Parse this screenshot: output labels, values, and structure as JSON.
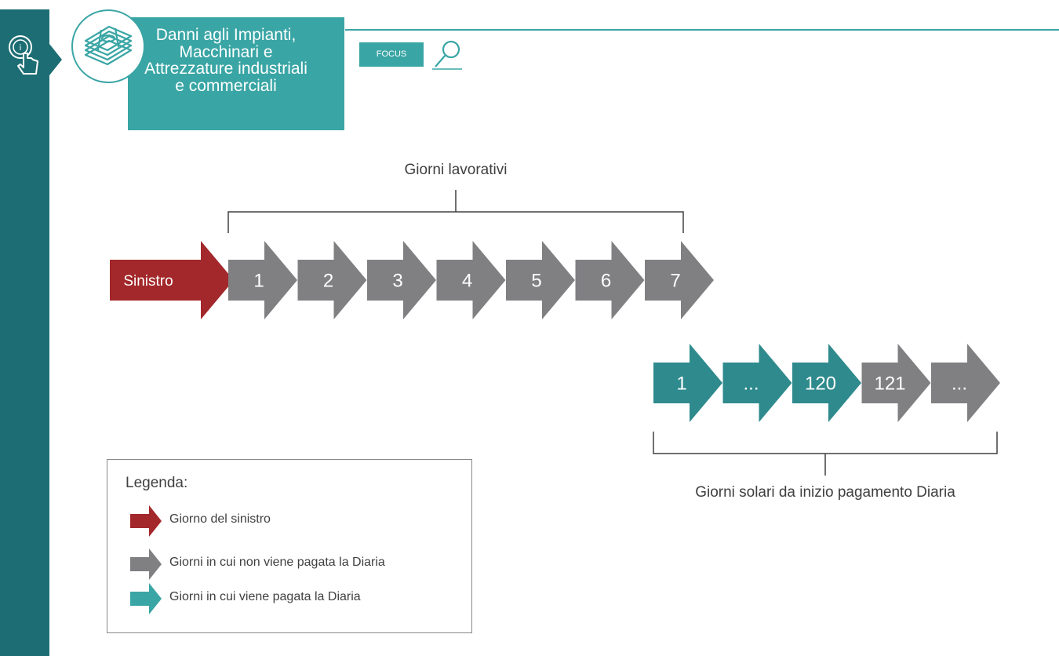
{
  "header": {
    "title": "Danni agli Impianti,\nMacchinari e\nAttrezzature industriali\ne commerciali",
    "focus_label": "FOCUS"
  },
  "icons": {
    "info": "info-touch-icon",
    "banner": "money-stack-icon",
    "focus": "magnifier-icon"
  },
  "diagram": {
    "top_bracket_label": "Giorni lavorativi",
    "bottom_bracket_label": "Giorni solari da inizio pagamento Diaria",
    "start_label": "Sinistro",
    "working_days": [
      "1",
      "2",
      "3",
      "4",
      "5",
      "6",
      "7"
    ],
    "calendar_days": [
      {
        "label": "1",
        "status": "paid"
      },
      {
        "label": "...",
        "status": "paid"
      },
      {
        "label": "120",
        "status": "paid"
      },
      {
        "label": "121",
        "status": "not_paid"
      },
      {
        "label": "...",
        "status": "not_paid"
      }
    ]
  },
  "legend": {
    "title": "Legenda:",
    "items": [
      {
        "label": "Giorno del sinistro",
        "status": "claim"
      },
      {
        "label": "Giorni in cui non viene pagata la Diaria",
        "status": "not_paid"
      },
      {
        "label": "Giorni in cui viene pagata la Diaria",
        "status": "paid"
      }
    ]
  },
  "colors": {
    "claim": "#a3282b",
    "not_paid": "#808083",
    "paid": "#2f8a8d",
    "accent": "#3aa5a5",
    "sidebar": "#1d6e74"
  }
}
